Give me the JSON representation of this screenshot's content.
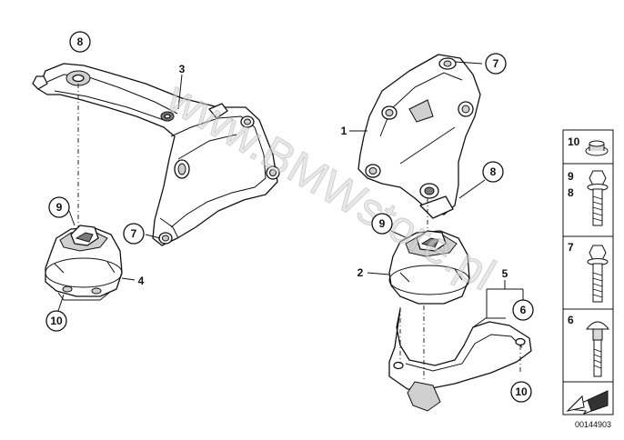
{
  "diagram": {
    "watermark": "www.BMWstore.pl",
    "catalog_code": "00144903",
    "callouts": {
      "c8_top": "8",
      "c3": "3",
      "c9_left": "9",
      "c7_left": "7",
      "c4": "4",
      "c10_left": "10",
      "c7_right": "7",
      "c1": "1",
      "c8_right": "8",
      "c9_right": "9",
      "c2": "2",
      "c5": "5",
      "c6": "6",
      "c10_right": "10"
    },
    "legend": [
      {
        "num": "10",
        "icon": "flange-nut-icon"
      },
      {
        "num_a": "9",
        "num_b": "8",
        "icon": "hex-flange-bolt-icon"
      },
      {
        "num": "7",
        "icon": "hex-bolt-icon"
      },
      {
        "num": "6",
        "icon": "carriage-bolt-icon"
      }
    ]
  }
}
